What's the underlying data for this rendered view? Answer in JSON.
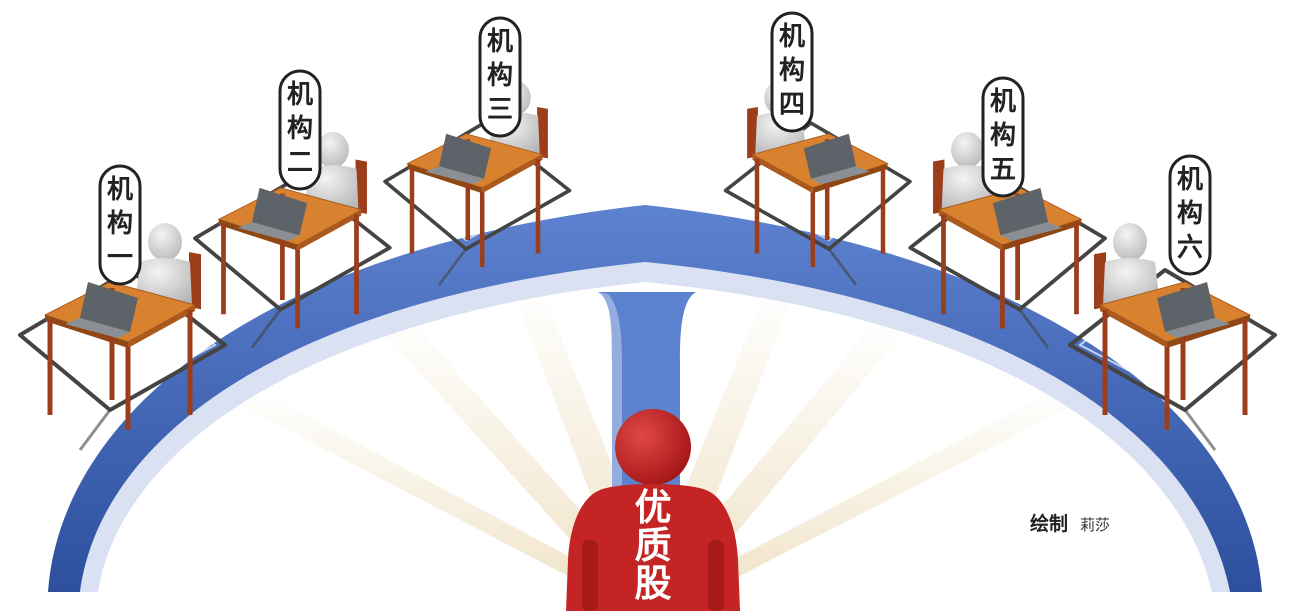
{
  "institutions": [
    {
      "label": "机构一"
    },
    {
      "label": "机构二"
    },
    {
      "label": "机构三"
    },
    {
      "label": "机构四"
    },
    {
      "label": "机构五"
    },
    {
      "label": "机构六"
    }
  ],
  "center": {
    "label": "优质股"
  },
  "credit": {
    "label": "绘制",
    "author": "莉莎"
  },
  "colors": {
    "arc_fill": "#4a6fc0",
    "arc_dark": "#2d4f9e",
    "arc_inner": "#b9c9e8",
    "beam": "#ecdcb9",
    "table_top": "#d8822f",
    "table_leg": "#9c3d1c",
    "person": "#d8d8d8",
    "laptop": "#5e6269",
    "loop": "#444444",
    "center_figure": "#c42424",
    "center_figure_dark": "#8f1313"
  }
}
